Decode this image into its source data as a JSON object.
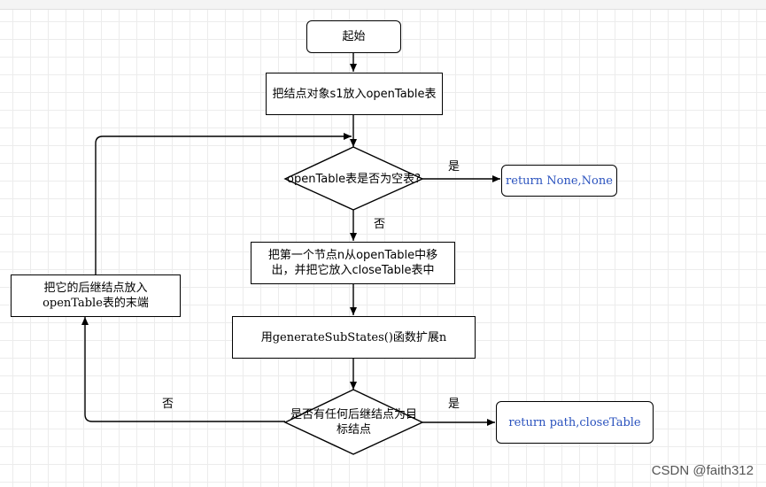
{
  "nodes": {
    "start": "起始",
    "put_s1": "把结点对象s1放入openTable表",
    "check_empty": "openTable表是否为空表?",
    "return_none": "return None,None",
    "pop_first": "把第一个节点n从openTable中移出，并把它放入closeTable表中",
    "expand": "用generateSubStates()函数扩展n",
    "check_goal": "是否有任何后继结点为目标结点",
    "return_path": "return path,closeTable",
    "append_successors": "把它的后继结点放入openTable表的末端"
  },
  "edge_labels": {
    "empty_yes": "是",
    "empty_no": "否",
    "goal_yes": "是",
    "goal_no": "否"
  },
  "watermark": "CSDN @faith312",
  "colors": {
    "stroke": "#000000",
    "code_text": "#2a52be",
    "grid": "#ececec"
  }
}
